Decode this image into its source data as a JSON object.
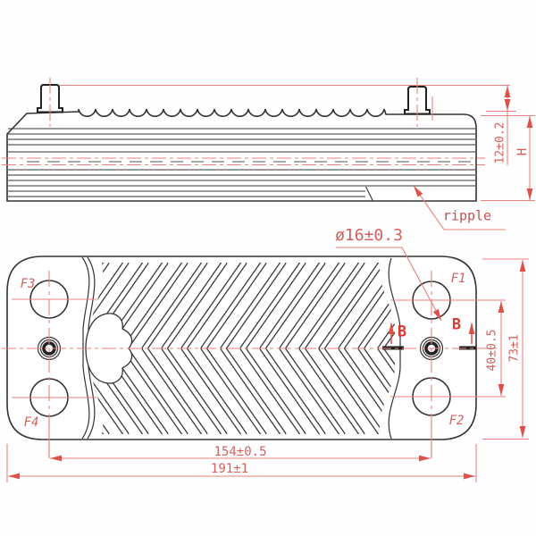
{
  "drawing": {
    "side_view": {
      "dim_port_height": "12±0.2",
      "dim_total_height": "H",
      "ripple_label": "ripple"
    },
    "plan_view": {
      "dim_hole_diameter": "ø16±0.3",
      "dim_hole_spacing_vertical": "40±0.5",
      "dim_plate_width": "73±1",
      "dim_hole_spacing_horizontal": "154±0.5",
      "dim_plate_length": "191±1",
      "section_label": "B",
      "ports": {
        "f1": "F1",
        "f2": "F2",
        "f3": "F3",
        "f4": "F4"
      }
    },
    "colors": {
      "line": "#333333",
      "dim_line": "#e8827f",
      "dim_text": "#d4605e",
      "arrow": "#e0504b"
    }
  }
}
